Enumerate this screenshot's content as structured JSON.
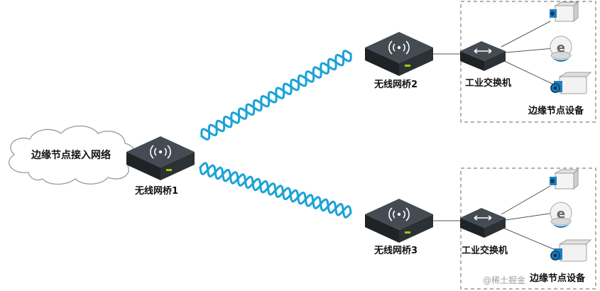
{
  "cloud_label": "边缘节点接入网络",
  "bridges": [
    {
      "label": "无线网桥1"
    },
    {
      "label": "无线网桥2"
    },
    {
      "label": "无线网桥3"
    }
  ],
  "sites": [
    {
      "switch_label": "工业交换机",
      "devices_label": "边缘节点设备"
    },
    {
      "switch_label": "工业交换机",
      "devices_label": "边缘节点设备"
    }
  ],
  "watermark": "@稀土掘金",
  "colors": {
    "wave": "#1aa3d6",
    "device_body": "#2b2f33",
    "device_top": "#3c4248",
    "cloud_stroke": "#9a9a9a",
    "dashed_box": "#666666",
    "camera_lens": "#1e7fbf",
    "status_led": "#8fd400"
  },
  "icons": [
    "cloud-icon",
    "wireless-bridge-icon",
    "industrial-switch-icon",
    "box-camera-icon",
    "dome-camera-icon",
    "bullet-camera-icon"
  ]
}
